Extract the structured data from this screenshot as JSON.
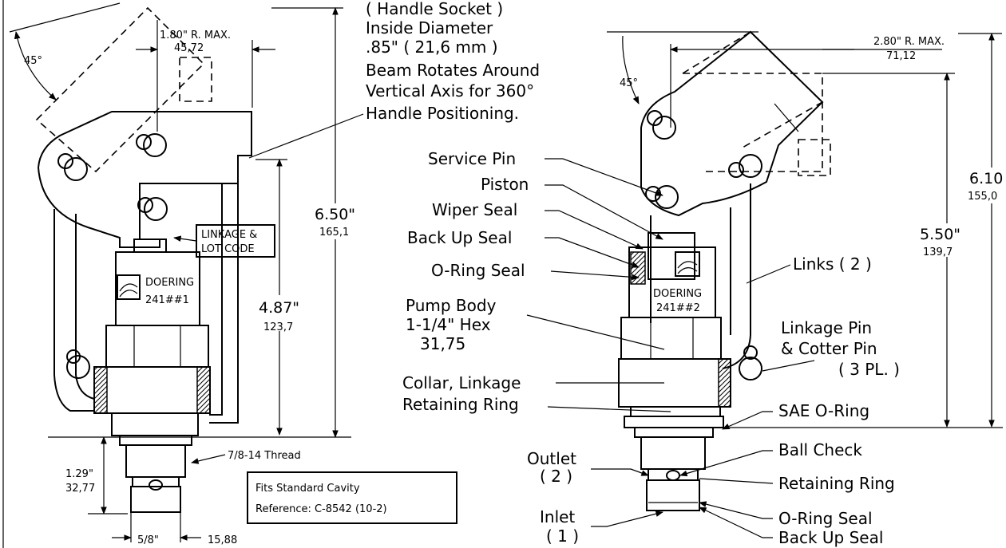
{
  "left_view": {
    "angle": "45°",
    "radius_label": "1.80\" R. MAX.",
    "radius_mm": "45,72",
    "height_total": "6.50\"",
    "height_total_mm": "165,1",
    "height_mid": "4.87\"",
    "height_mid_mm": "123,7",
    "height_low": "1.29\"",
    "height_low_mm": "32,77",
    "width_label": "5/8\"",
    "width_mm": "15,88",
    "thread_label": "7/8-14 Thread",
    "linkage_code_1": "LINKAGE &",
    "linkage_code_2": "LOT CODE",
    "brand": "DOERING",
    "part_no": "241##1",
    "note_1": "( Handle Socket )",
    "note_2": "Inside Diameter",
    "note_3": ".85\" ( 21,6 mm )",
    "note_4": "Beam Rotates Around",
    "note_5": "Vertical Axis for 360°",
    "note_6": "Handle Positioning.",
    "cavity_1": "Fits Standard Cavity",
    "cavity_2": "Reference: C-8542 (10-2)"
  },
  "right_view": {
    "angle": "45°",
    "radius_label": "2.80\" R. MAX.",
    "radius_mm": "71,12",
    "height_total": "6.10",
    "height_total_mm": "155,0",
    "height_mid": "5.50\"",
    "height_mid_mm": "139,7",
    "brand": "DOERING",
    "part_no": "241##2",
    "callouts": {
      "service_pin": "Service Pin",
      "piston": "Piston",
      "wiper_seal": "Wiper Seal",
      "back_up_seal": "Back Up Seal",
      "o_ring_seal": "O-Ring Seal",
      "pump_body_1": "Pump Body",
      "pump_body_2": "1-1/4\" Hex",
      "pump_body_3": "31,75",
      "collar": "Collar, Linkage",
      "retaining_ring": "Retaining Ring",
      "outlet_1": "Outlet",
      "outlet_2": "( 2 )",
      "inlet_1": "Inlet",
      "inlet_2": "( 1 )",
      "links": "Links ( 2 )",
      "linkage_pin_1": "Linkage Pin",
      "linkage_pin_2": "& Cotter Pin",
      "linkage_pin_3": "( 3 PL. )",
      "sae_o_ring": "SAE O-Ring",
      "ball_check": "Ball Check",
      "retaining_ring_2": "Retaining Ring",
      "o_ring_seal_2": "O-Ring Seal",
      "back_up_seal_2": "Back Up Seal"
    }
  }
}
